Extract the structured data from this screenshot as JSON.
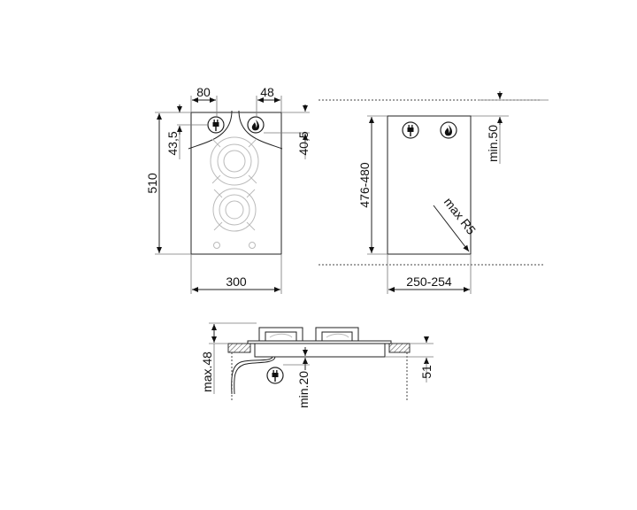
{
  "top_view": {
    "width_label": "300",
    "height_label": "510",
    "plug_offset_label": "80",
    "gas_offset_label": "48",
    "plug_depth_label": "43,5",
    "gas_depth_label": "40,5",
    "icons": [
      "electric-plug-icon",
      "gas-flame-icon"
    ]
  },
  "cutout_view": {
    "width_label": "250-254",
    "height_label": "476-480",
    "min_distance_label": "min.50",
    "radius_label": "max R5",
    "icons": [
      "electric-plug-icon",
      "gas-flame-icon"
    ]
  },
  "side_view": {
    "height_above_label": "max.48",
    "clearance_label": "min.20",
    "depth_label": "51",
    "icons": [
      "electric-plug-icon"
    ]
  }
}
